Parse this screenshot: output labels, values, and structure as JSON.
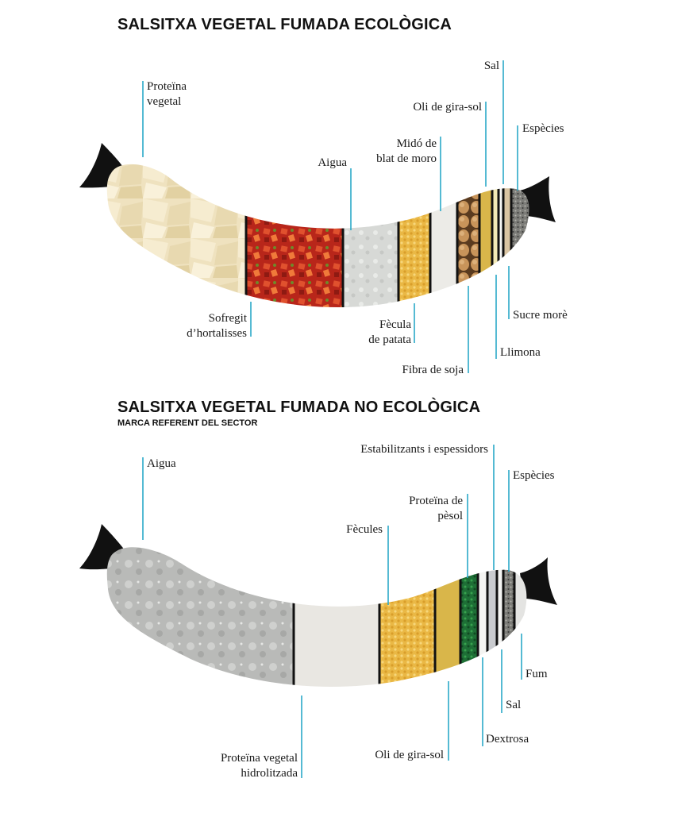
{
  "diagrams": [
    {
      "title": "SALSITXA VEGETAL FUMADA ECOLÒGICA",
      "subtitle": "",
      "ingredients": [
        {
          "name": "Proteïna vegetal",
          "lines": [
            "Proteïna",
            "vegetal"
          ]
        },
        {
          "name": "Sofregit d'hortalisses",
          "lines": [
            "Sofregit",
            "d’hortalisses"
          ]
        },
        {
          "name": "Aigua",
          "lines": [
            "Aigua"
          ]
        },
        {
          "name": "Fècula de patata",
          "lines": [
            "Fècula",
            "de patata"
          ]
        },
        {
          "name": "Midó de blat de moro",
          "lines": [
            "Midó de",
            "blat de moro"
          ]
        },
        {
          "name": "Fibra de soja",
          "lines": [
            "Fibra de soja"
          ]
        },
        {
          "name": "Oli de gira-sol",
          "lines": [
            "Oli de gira-sol"
          ]
        },
        {
          "name": "Llimona",
          "lines": [
            "Llimona"
          ]
        },
        {
          "name": "Sal",
          "lines": [
            "Sal"
          ]
        },
        {
          "name": "Sucre morè",
          "lines": [
            "Sucre morè"
          ]
        },
        {
          "name": "Espècies",
          "lines": [
            "Espècies"
          ]
        }
      ]
    },
    {
      "title": "SALSITXA VEGETAL FUMADA NO ECOLÒGICA",
      "subtitle": "MARCA REFERENT DEL SECTOR",
      "ingredients": [
        {
          "name": "Aigua",
          "lines": [
            "Aigua"
          ]
        },
        {
          "name": "Proteïna vegetal hidrolitzada",
          "lines": [
            "Proteïna vegetal",
            "hidrolitzada"
          ]
        },
        {
          "name": "Fècules",
          "lines": [
            "Fècules"
          ]
        },
        {
          "name": "Oli de gira-sol",
          "lines": [
            "Oli de gira-sol"
          ]
        },
        {
          "name": "Proteïna de pèsol",
          "lines": [
            "Proteïna de",
            "pèsol"
          ]
        },
        {
          "name": "Dextrosa",
          "lines": [
            "Dextrosa"
          ]
        },
        {
          "name": "Estabilitzants i espessidors",
          "lines": [
            "Estabilitzants i espessidors"
          ]
        },
        {
          "name": "Sal",
          "lines": [
            "Sal"
          ]
        },
        {
          "name": "Espècies",
          "lines": [
            "Espècies"
          ]
        },
        {
          "name": "Fum",
          "lines": [
            "Fum"
          ]
        }
      ]
    }
  ],
  "colors": {
    "leader": "#2aa8c8",
    "divider": "#111111",
    "text": "#1a1a1a",
    "tofu": "#efe2bf",
    "sofregit": "#c8331b",
    "aigua": "#d9dbd8",
    "fecula": "#efbf4a",
    "mido": "#ecebe7",
    "fibra": "#ddd9d2",
    "oli": "#d9b64a",
    "soja": "#c89a5c",
    "especies": "#8a8a86",
    "aigua_gris": "#b8b9b7",
    "proteina_hidro": "#e9e7e2",
    "pesol": "#1f7a3a",
    "blanc": "#f3f3f1"
  }
}
